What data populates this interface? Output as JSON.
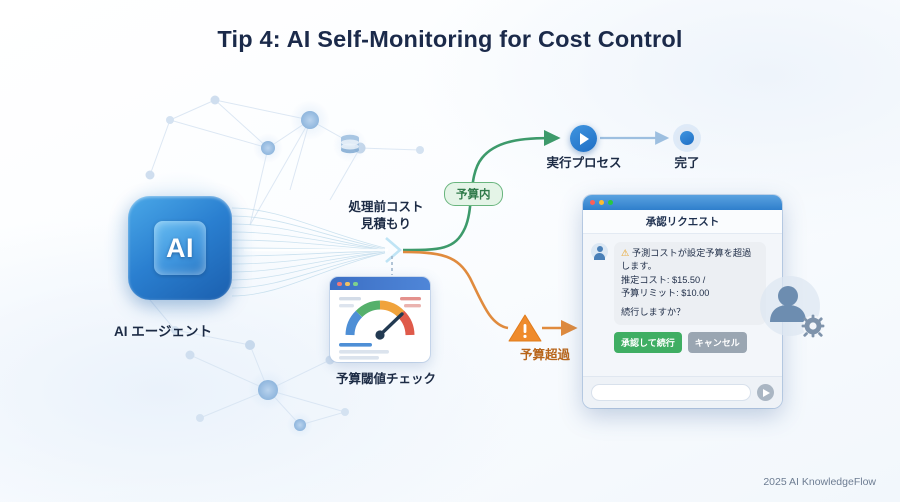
{
  "header": {
    "title": "Tip 4: AI Self-Monitoring for Cost Control"
  },
  "footer": {
    "text": "2025 AI KnowledgeFlow"
  },
  "colors": {
    "title": "#1b2a4a",
    "branch_ok": "#3d9a6b",
    "branch_over": "#e08b3e",
    "accent_blue": "#2a7fd0",
    "approve_green": "#3fae63",
    "cancel_gray": "#9aa6b2",
    "warning_orange": "#ef8b2c",
    "background": "#f7fafd"
  },
  "agent": {
    "chip_text": "AI",
    "label": "AI エージェント",
    "icon": "ai-chip-icon"
  },
  "flow": {
    "pre_estimate_label_line1": "処理前コスト",
    "pre_estimate_label_line2": "見積もり",
    "gauge_card_label": "予算閾値チェック",
    "gauge_card_icon": "gauge-meter-icon",
    "branch_ok_badge": "予算内",
    "branch_over_label": "予算超過",
    "branch_over_icon": "warning-triangle-icon",
    "exec_label": "実行プロセス",
    "exec_icon": "play-circle-icon",
    "done_label": "完了",
    "done_icon": "filled-circle-icon"
  },
  "chat": {
    "window_title": "承認リクエスト",
    "avatar_icon": "user-avatar-icon",
    "message": {
      "warn_icon": "⚠",
      "line1": "予測コストが設定予算を超過します。",
      "line2": "推定コスト: $15.50 /",
      "line3": "予算リミット: $10.00",
      "line4": "続行しますか？"
    },
    "approve_button": "承認して続行",
    "cancel_button": "キャンセル",
    "input_value": "",
    "input_placeholder": "",
    "send_icon": "send-arrow-icon",
    "traffic_lights": [
      "#ff5f57",
      "#febc2e",
      "#28c840"
    ]
  },
  "admin_badge": {
    "icon": "user-gear-icon"
  },
  "background": {
    "network_icon": "network-graph",
    "database_icon": "database-cylinder-icon"
  }
}
